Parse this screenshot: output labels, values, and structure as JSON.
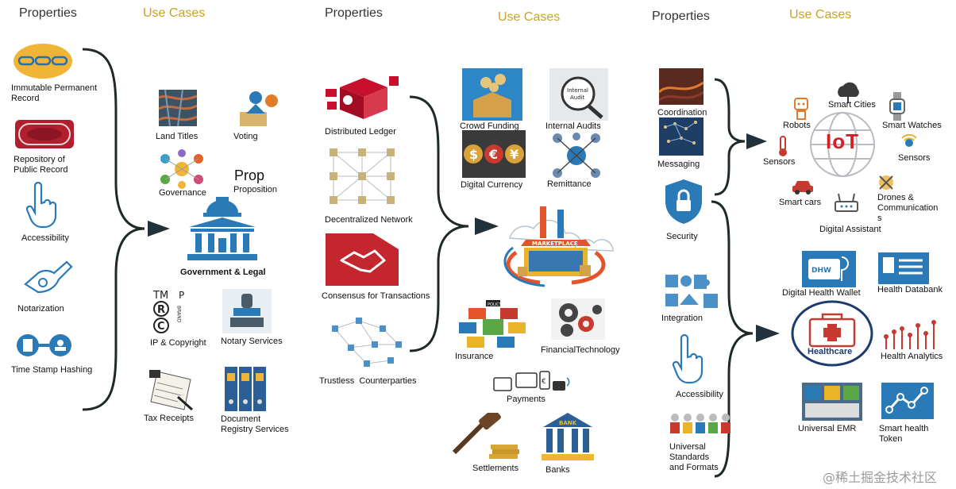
{
  "headers": {
    "properties_1": "Properties",
    "use_cases_1": "Use Cases",
    "properties_2": "Properties",
    "use_cases_2": "Use Cases",
    "properties_3": "Properties",
    "use_cases_3": "Use Cases"
  },
  "section1": {
    "properties": [
      {
        "label": "Immutable Permanent\nRecord",
        "icon": "chain-link-icon"
      },
      {
        "label": "Repository of\nPublic Record",
        "icon": "record-stamp-icon"
      },
      {
        "label": "Accessibility",
        "icon": "pointing-hand-icon"
      },
      {
        "label": "Notarization",
        "icon": "notary-hand-icon"
      },
      {
        "label": "Time Stamp Hashing",
        "icon": "timestamp-icon"
      }
    ],
    "use_cases": {
      "land_titles": "Land Titles",
      "voting": "Voting",
      "governance": "Governance",
      "prop_big": "Prop",
      "proposition": "Proposition",
      "hub": "Government & Legal",
      "ip_copyright": "IP & Copyright",
      "notary_services": "Notary Services",
      "tax_receipts": "Tax Receipts",
      "document_registry": "Document\nRegistry Services",
      "tm": "TM",
      "p": "P",
      "brand": "BRAND"
    }
  },
  "section2": {
    "properties": [
      {
        "label": "Distributed Ledger",
        "icon": "ledger-icon"
      },
      {
        "label": "Decentralized Network",
        "icon": "network-icon"
      },
      {
        "label": "Consensus for Transactions",
        "icon": "handshake-icon"
      },
      {
        "label": "Trustless  Counterparties",
        "icon": "nodes-icon"
      }
    ],
    "use_cases": {
      "crowd_funding": "Crowd Funding",
      "internal_audits": "Internal Audits",
      "internal_audit_img": "Internal\nAudit",
      "digital_currency": "Digital Currency",
      "remittance": "Remittance",
      "hub_sign": "MARKETPLACE",
      "insurance": "Insurance",
      "policy": "POLICY",
      "financial_technology": "FinancialTechnology",
      "payments": "Payments",
      "settlements": "Settlements",
      "banks": "Banks",
      "bank_sign": "BANK"
    }
  },
  "section3": {
    "properties": [
      {
        "label": "Coordination",
        "icon": "coordination-icon"
      },
      {
        "label": "Messaging",
        "icon": "messaging-icon"
      },
      {
        "label": "Security",
        "icon": "shield-lock-icon"
      },
      {
        "label": "Integration",
        "icon": "puzzle-icon"
      },
      {
        "label": "Accessibility",
        "icon": "pointing-hand-icon"
      },
      {
        "label": "Universal\nStandards\nand Formats",
        "icon": "people-puzzle-icon"
      }
    ],
    "iot": {
      "center": "IoT",
      "robots": "Robots",
      "smart_cities": "Smart Cities",
      "smart_watches": "Smart Watches",
      "sensors_left": "Sensors",
      "sensors_right": "Sensors",
      "smart_cars": "Smart cars",
      "drones": "Drones &\nCommunication\ns",
      "digital_assistant": "Digital Assistant"
    },
    "health": {
      "digital_health_wallet": "Digital Health Wallet",
      "health_databank": "Health Databank",
      "healthcare": "Healthcare",
      "health_analytics": "Health Analytics",
      "universal_emr": "Universal EMR",
      "smart_health_token": "Smart health\nToken",
      "dhw": "DHW"
    }
  },
  "watermark": "@稀土掘金技术社区",
  "colors": {
    "accent_gold": "#c9a227",
    "bracket": "#1f2a24",
    "arrow": "#22313a",
    "red": "#c8102e",
    "blue": "#2a7ab8"
  }
}
